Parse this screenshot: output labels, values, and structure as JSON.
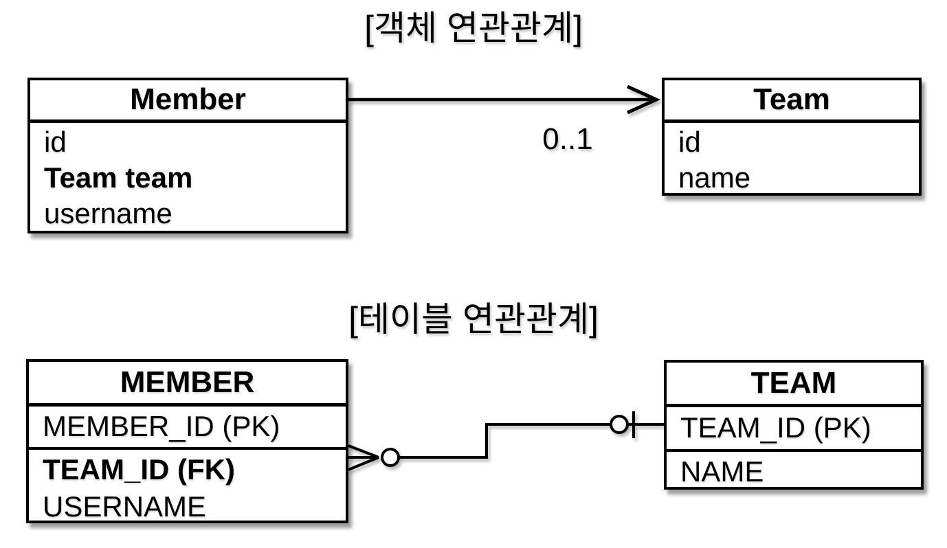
{
  "object_diagram": {
    "title": "[객체 연관관계]",
    "member_entity": {
      "title": "Member",
      "attr_id": "id",
      "attr_team": "Team team",
      "attr_username": "username"
    },
    "team_entity": {
      "title": "Team",
      "attr_id": "id",
      "attr_name": "name"
    },
    "relation_multiplicity": "0..1"
  },
  "table_diagram": {
    "title": "[테이블 연관관계]",
    "member_table": {
      "title": "MEMBER",
      "col_member_id": "MEMBER_ID (PK)",
      "col_team_id": "TEAM_ID (FK)",
      "col_username": "USERNAME"
    },
    "team_table": {
      "title": "TEAM",
      "col_team_id": "TEAM_ID (PK)",
      "col_name": "NAME"
    }
  },
  "colors": {
    "line": "#000000",
    "background": "#ffffff"
  }
}
